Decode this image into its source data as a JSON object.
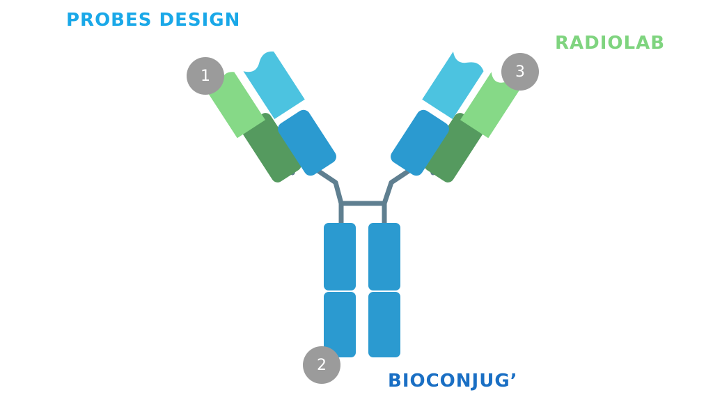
{
  "labels": {
    "probes_design": "PROBES DESIGN",
    "radiolab": "RADIOLAB",
    "bioconjug": "BIOCONJUG’"
  },
  "badges": {
    "one": "1",
    "two": "2",
    "three": "3"
  },
  "colors": {
    "probes_design": "#1aa8e8",
    "radiolab": "#7fd47f",
    "bioconjug": "#1a6fc4",
    "light_blue": "#4cc3e0",
    "mid_blue": "#2b9ad0",
    "light_green": "#86d987",
    "dark_green": "#559a5f",
    "hinge": "#5f7f90",
    "badge": "#9b9b9b"
  }
}
